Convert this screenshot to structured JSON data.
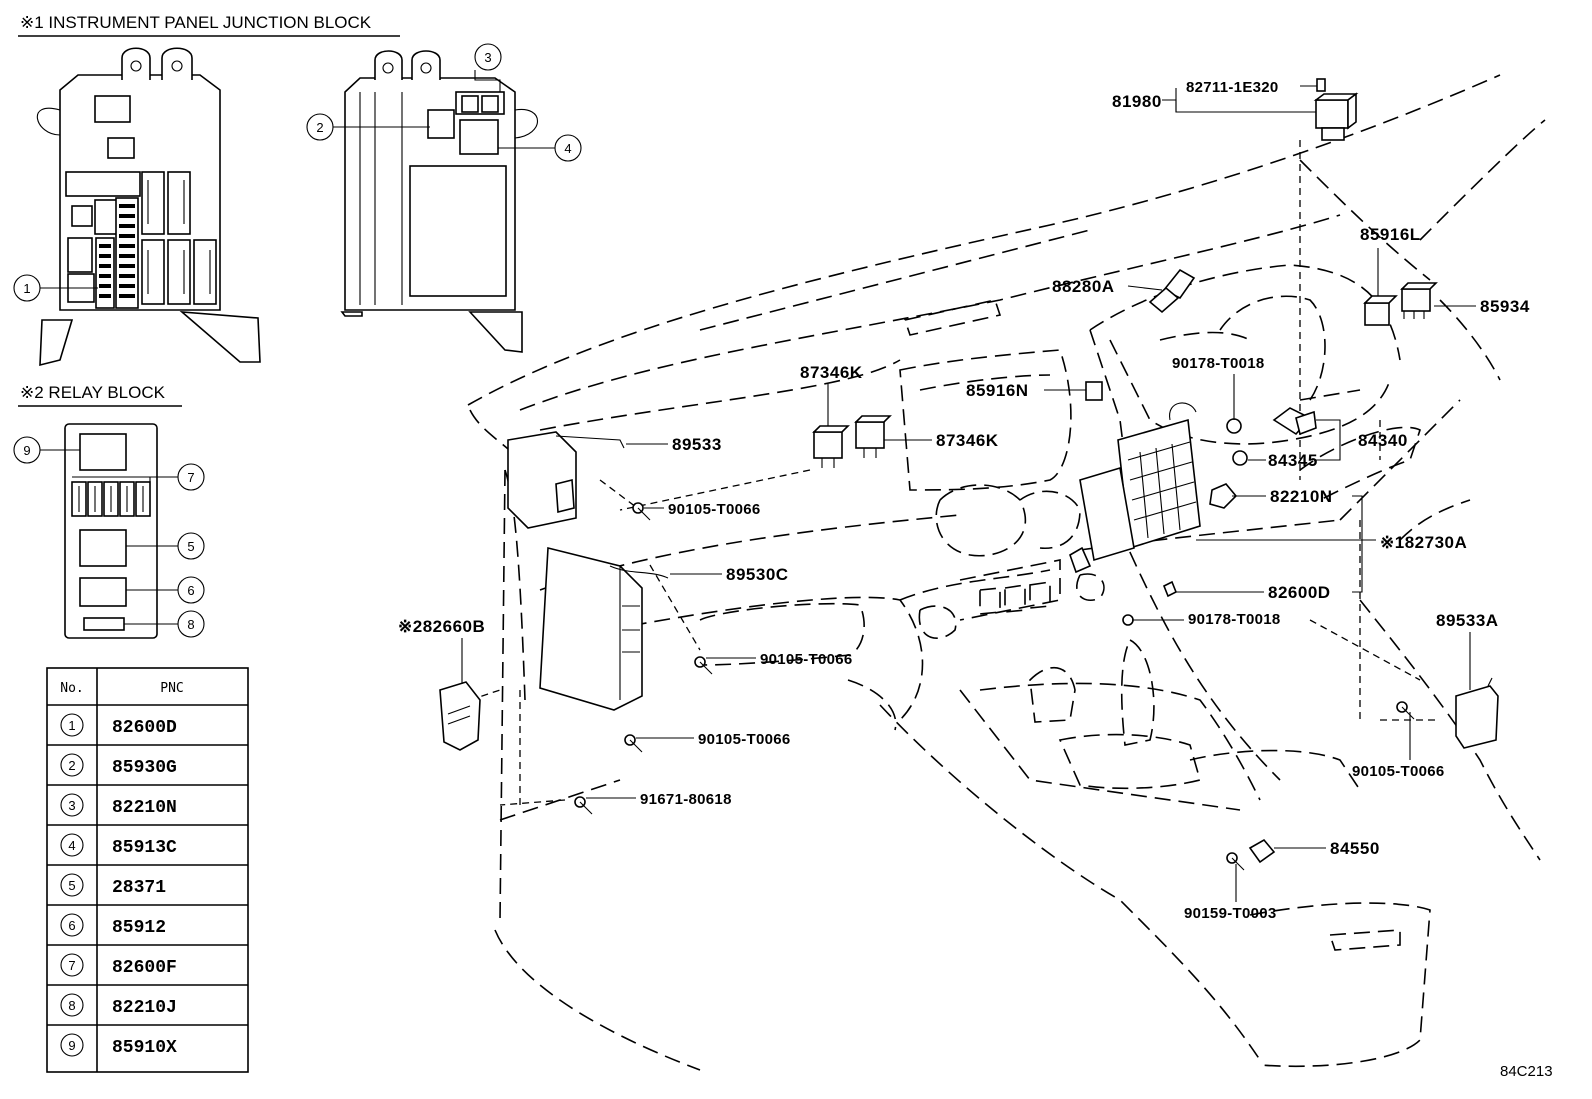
{
  "sections": {
    "junction_block_title": "※1 INSTRUMENT PANEL JUNCTION BLOCK",
    "relay_block_title": "※2 RELAY BLOCK"
  },
  "table": {
    "header_no": "No.",
    "header_pnc": "PNC",
    "rows": [
      {
        "no": "1",
        "pnc": "82600D"
      },
      {
        "no": "2",
        "pnc": "85930G"
      },
      {
        "no": "3",
        "pnc": "82210N"
      },
      {
        "no": "4",
        "pnc": "85913C"
      },
      {
        "no": "5",
        "pnc": "28371"
      },
      {
        "no": "6",
        "pnc": "85912"
      },
      {
        "no": "7",
        "pnc": "82600F"
      },
      {
        "no": "8",
        "pnc": "82210J"
      },
      {
        "no": "9",
        "pnc": "85910X"
      }
    ]
  },
  "callouts": {
    "jb_1": "1",
    "jb_2": "2",
    "jb_3": "3",
    "jb_4": "4",
    "rb_5": "5",
    "rb_6": "6",
    "rb_7": "7",
    "rb_8": "8",
    "rb_9": "9"
  },
  "parts": {
    "p81980": "81980",
    "p82711": "82711-1E320",
    "p85916L": "85916L",
    "p85934": "85934",
    "p88280A": "88280A",
    "p87346K_a": "87346K",
    "p87346K_b": "87346K",
    "p85916N": "85916N",
    "p90178_a": "90178-T0018",
    "p84340": "84340",
    "p84345": "84345",
    "p89533": "89533",
    "p90105_a": "90105-T0066",
    "p82210N": "82210N",
    "p82730A": "※182730A",
    "p89530C": "89530C",
    "p82600D": "82600D",
    "p82660B": "※282660B",
    "p90178_b": "90178-T0018",
    "p90105_b": "90105-T0066",
    "p89533A": "89533A",
    "p90105_c": "90105-T0066",
    "p90105_d": "90105-T0066",
    "p91671": "91671-80618",
    "p84550": "84550",
    "p90159": "90159-T0003"
  },
  "figure_ref": "84C213"
}
